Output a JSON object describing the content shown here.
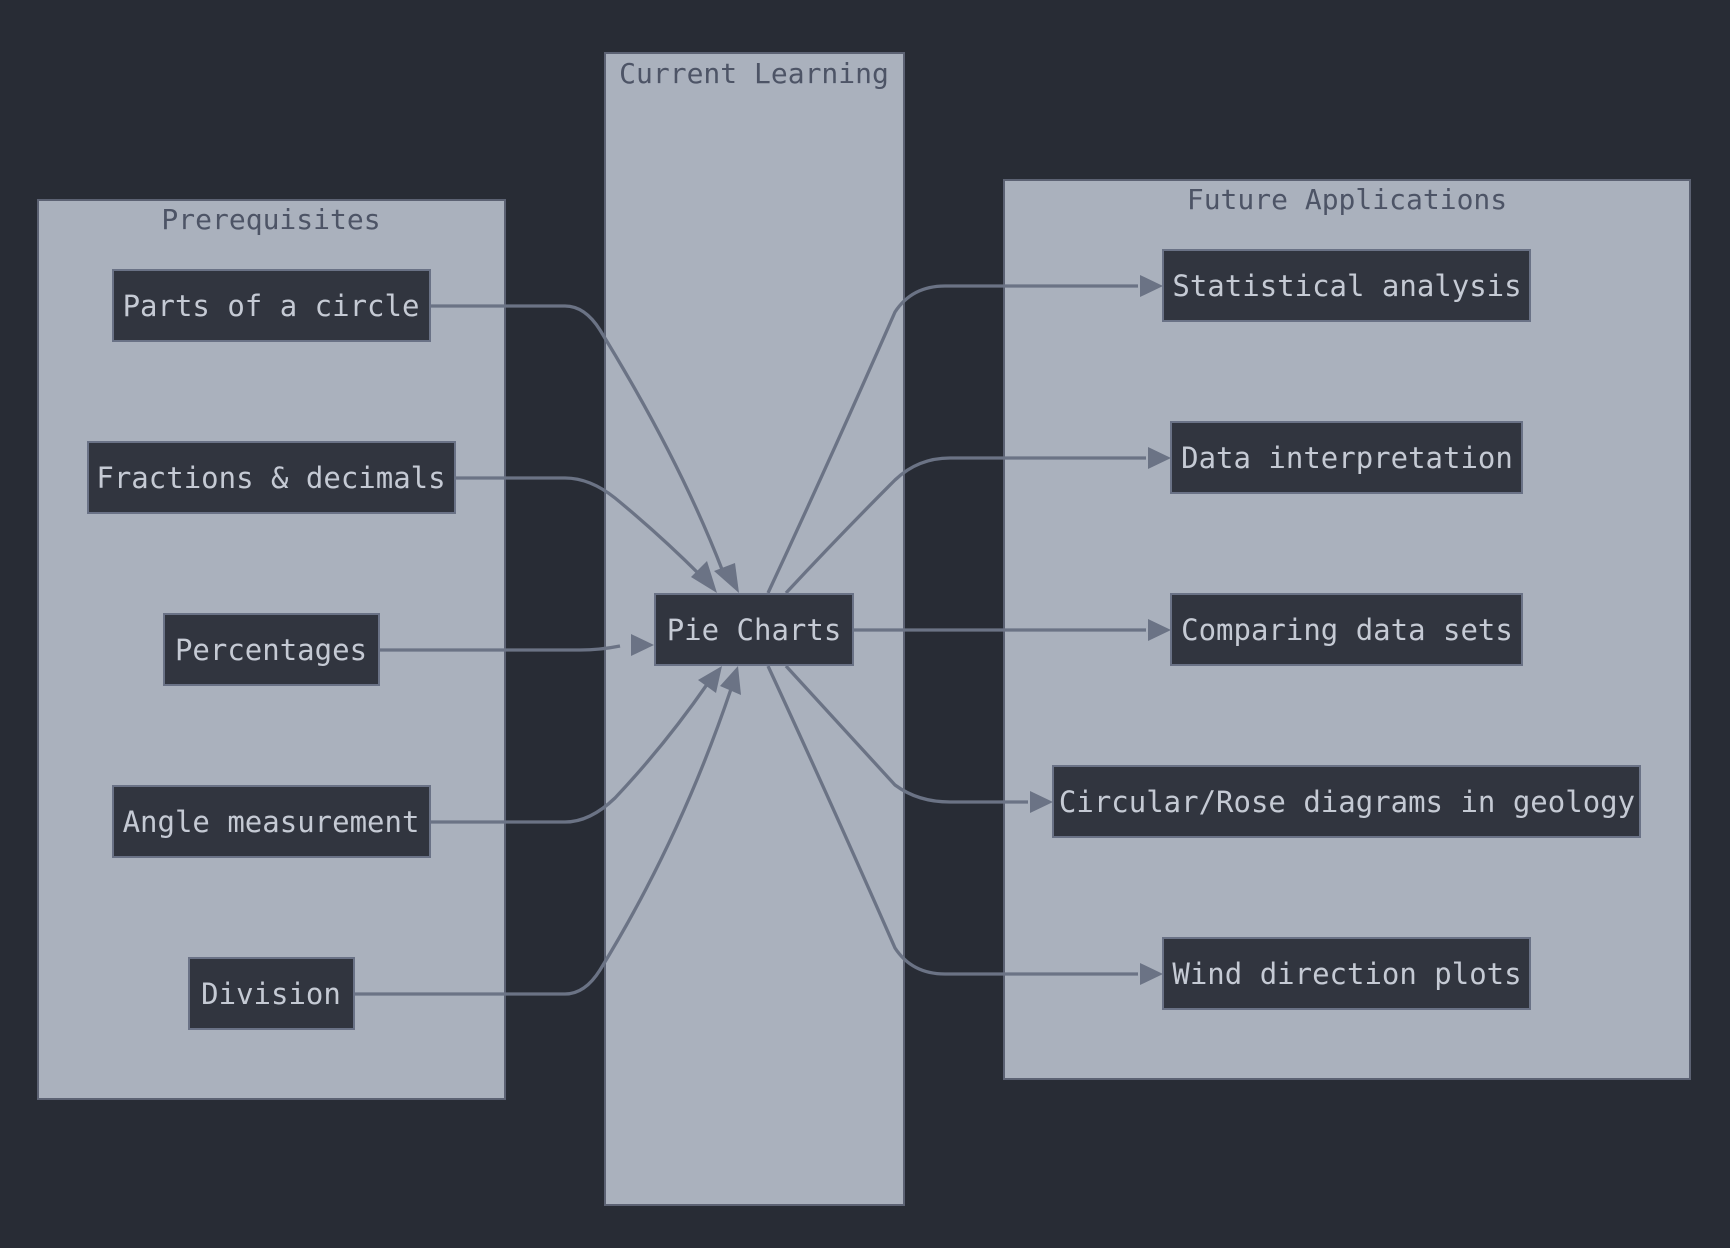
{
  "colors": {
    "background": "#282c35",
    "cluster_fill": "#aab1bd",
    "cluster_title": "#4d5466",
    "node_fill": "#31353f",
    "node_text": "#c5cad4",
    "edge": "#6b7385"
  },
  "clusters": {
    "prerequisites": {
      "title": "Prerequisites"
    },
    "current": {
      "title": "Current Learning"
    },
    "future": {
      "title": "Future Applications"
    }
  },
  "nodes": {
    "parts_of_circle": "Parts of a circle",
    "fractions_decimals": "Fractions & decimals",
    "percentages": "Percentages",
    "angle_measurement": "Angle measurement",
    "division": "Division",
    "pie_charts": "Pie Charts",
    "statistical_analysis": "Statistical analysis",
    "data_interpretation": "Data interpretation",
    "comparing_data_sets": "Comparing data sets",
    "circular_rose": "Circular/Rose diagrams in geology",
    "wind_direction": "Wind direction plots"
  },
  "edges": [
    {
      "from": "Parts of a circle",
      "to": "Pie Charts"
    },
    {
      "from": "Fractions & decimals",
      "to": "Pie Charts"
    },
    {
      "from": "Percentages",
      "to": "Pie Charts"
    },
    {
      "from": "Angle measurement",
      "to": "Pie Charts"
    },
    {
      "from": "Division",
      "to": "Pie Charts"
    },
    {
      "from": "Pie Charts",
      "to": "Statistical analysis"
    },
    {
      "from": "Pie Charts",
      "to": "Data interpretation"
    },
    {
      "from": "Pie Charts",
      "to": "Comparing data sets"
    },
    {
      "from": "Pie Charts",
      "to": "Circular/Rose diagrams in geology"
    },
    {
      "from": "Pie Charts",
      "to": "Wind direction plots"
    }
  ]
}
